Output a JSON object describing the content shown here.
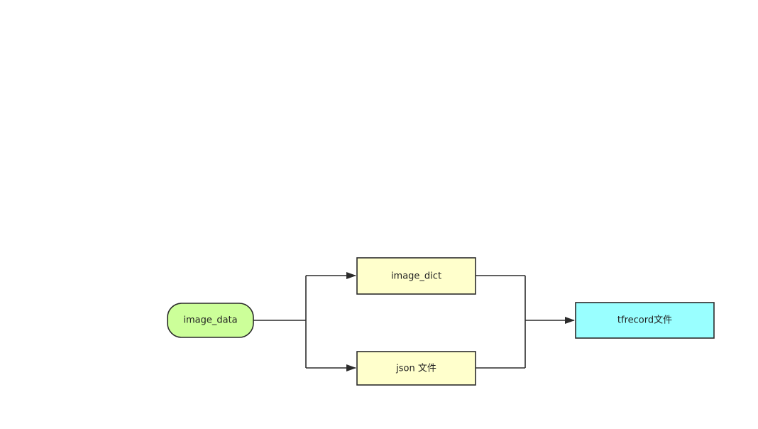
{
  "nodes": {
    "source": {
      "label": "image_data",
      "fill": "#ccff99",
      "shape": "rounded"
    },
    "dict": {
      "label": "image_dict",
      "fill": "#ffffcc",
      "shape": "rect"
    },
    "json": {
      "label": "json 文件",
      "fill": "#ffffcc",
      "shape": "rect"
    },
    "output": {
      "label": "tfrecord文件",
      "fill": "#99ffff",
      "shape": "rect"
    }
  },
  "edges": [
    {
      "from": "source",
      "to": "dict"
    },
    {
      "from": "source",
      "to": "json"
    },
    {
      "from": "dict",
      "to": "output"
    },
    {
      "from": "json",
      "to": "output"
    }
  ],
  "colors": {
    "stroke": "#2b2b2b",
    "text": "#222222",
    "background": "#ffffff"
  }
}
